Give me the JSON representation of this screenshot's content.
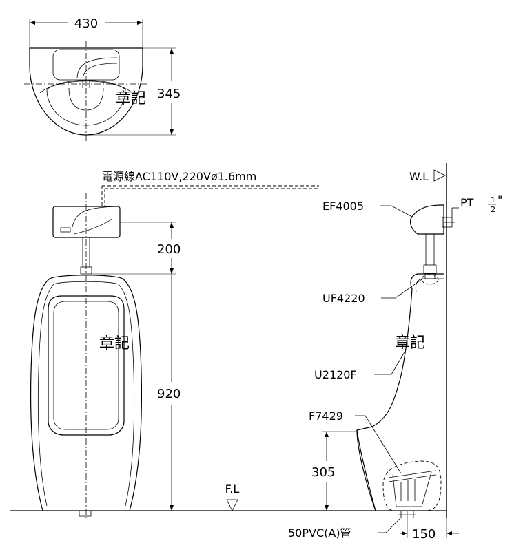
{
  "top_view": {
    "width_dim": "430",
    "depth_dim": "345",
    "mark": "章記"
  },
  "front_view": {
    "power_note": "電源線AC110V,220Vø1.6mm",
    "sensor_height_dim": "200",
    "urinal_height_dim": "920",
    "mark": "章記",
    "floor_label": "F.L"
  },
  "side_view": {
    "water_level_label": "W.L",
    "pipe_thread_label": "PT",
    "pipe_thread_num": "1",
    "pipe_thread_den": "2",
    "pipe_thread_unit": "\"",
    "parts": {
      "flush_valve": "EF4005",
      "spud": "UF4220",
      "urinal": "U2120F",
      "trap": "F7429",
      "drain_pipe": "50PVC(A)管"
    },
    "mark": "章記",
    "trap_height_dim": "305",
    "wall_offset_dim": "150"
  }
}
